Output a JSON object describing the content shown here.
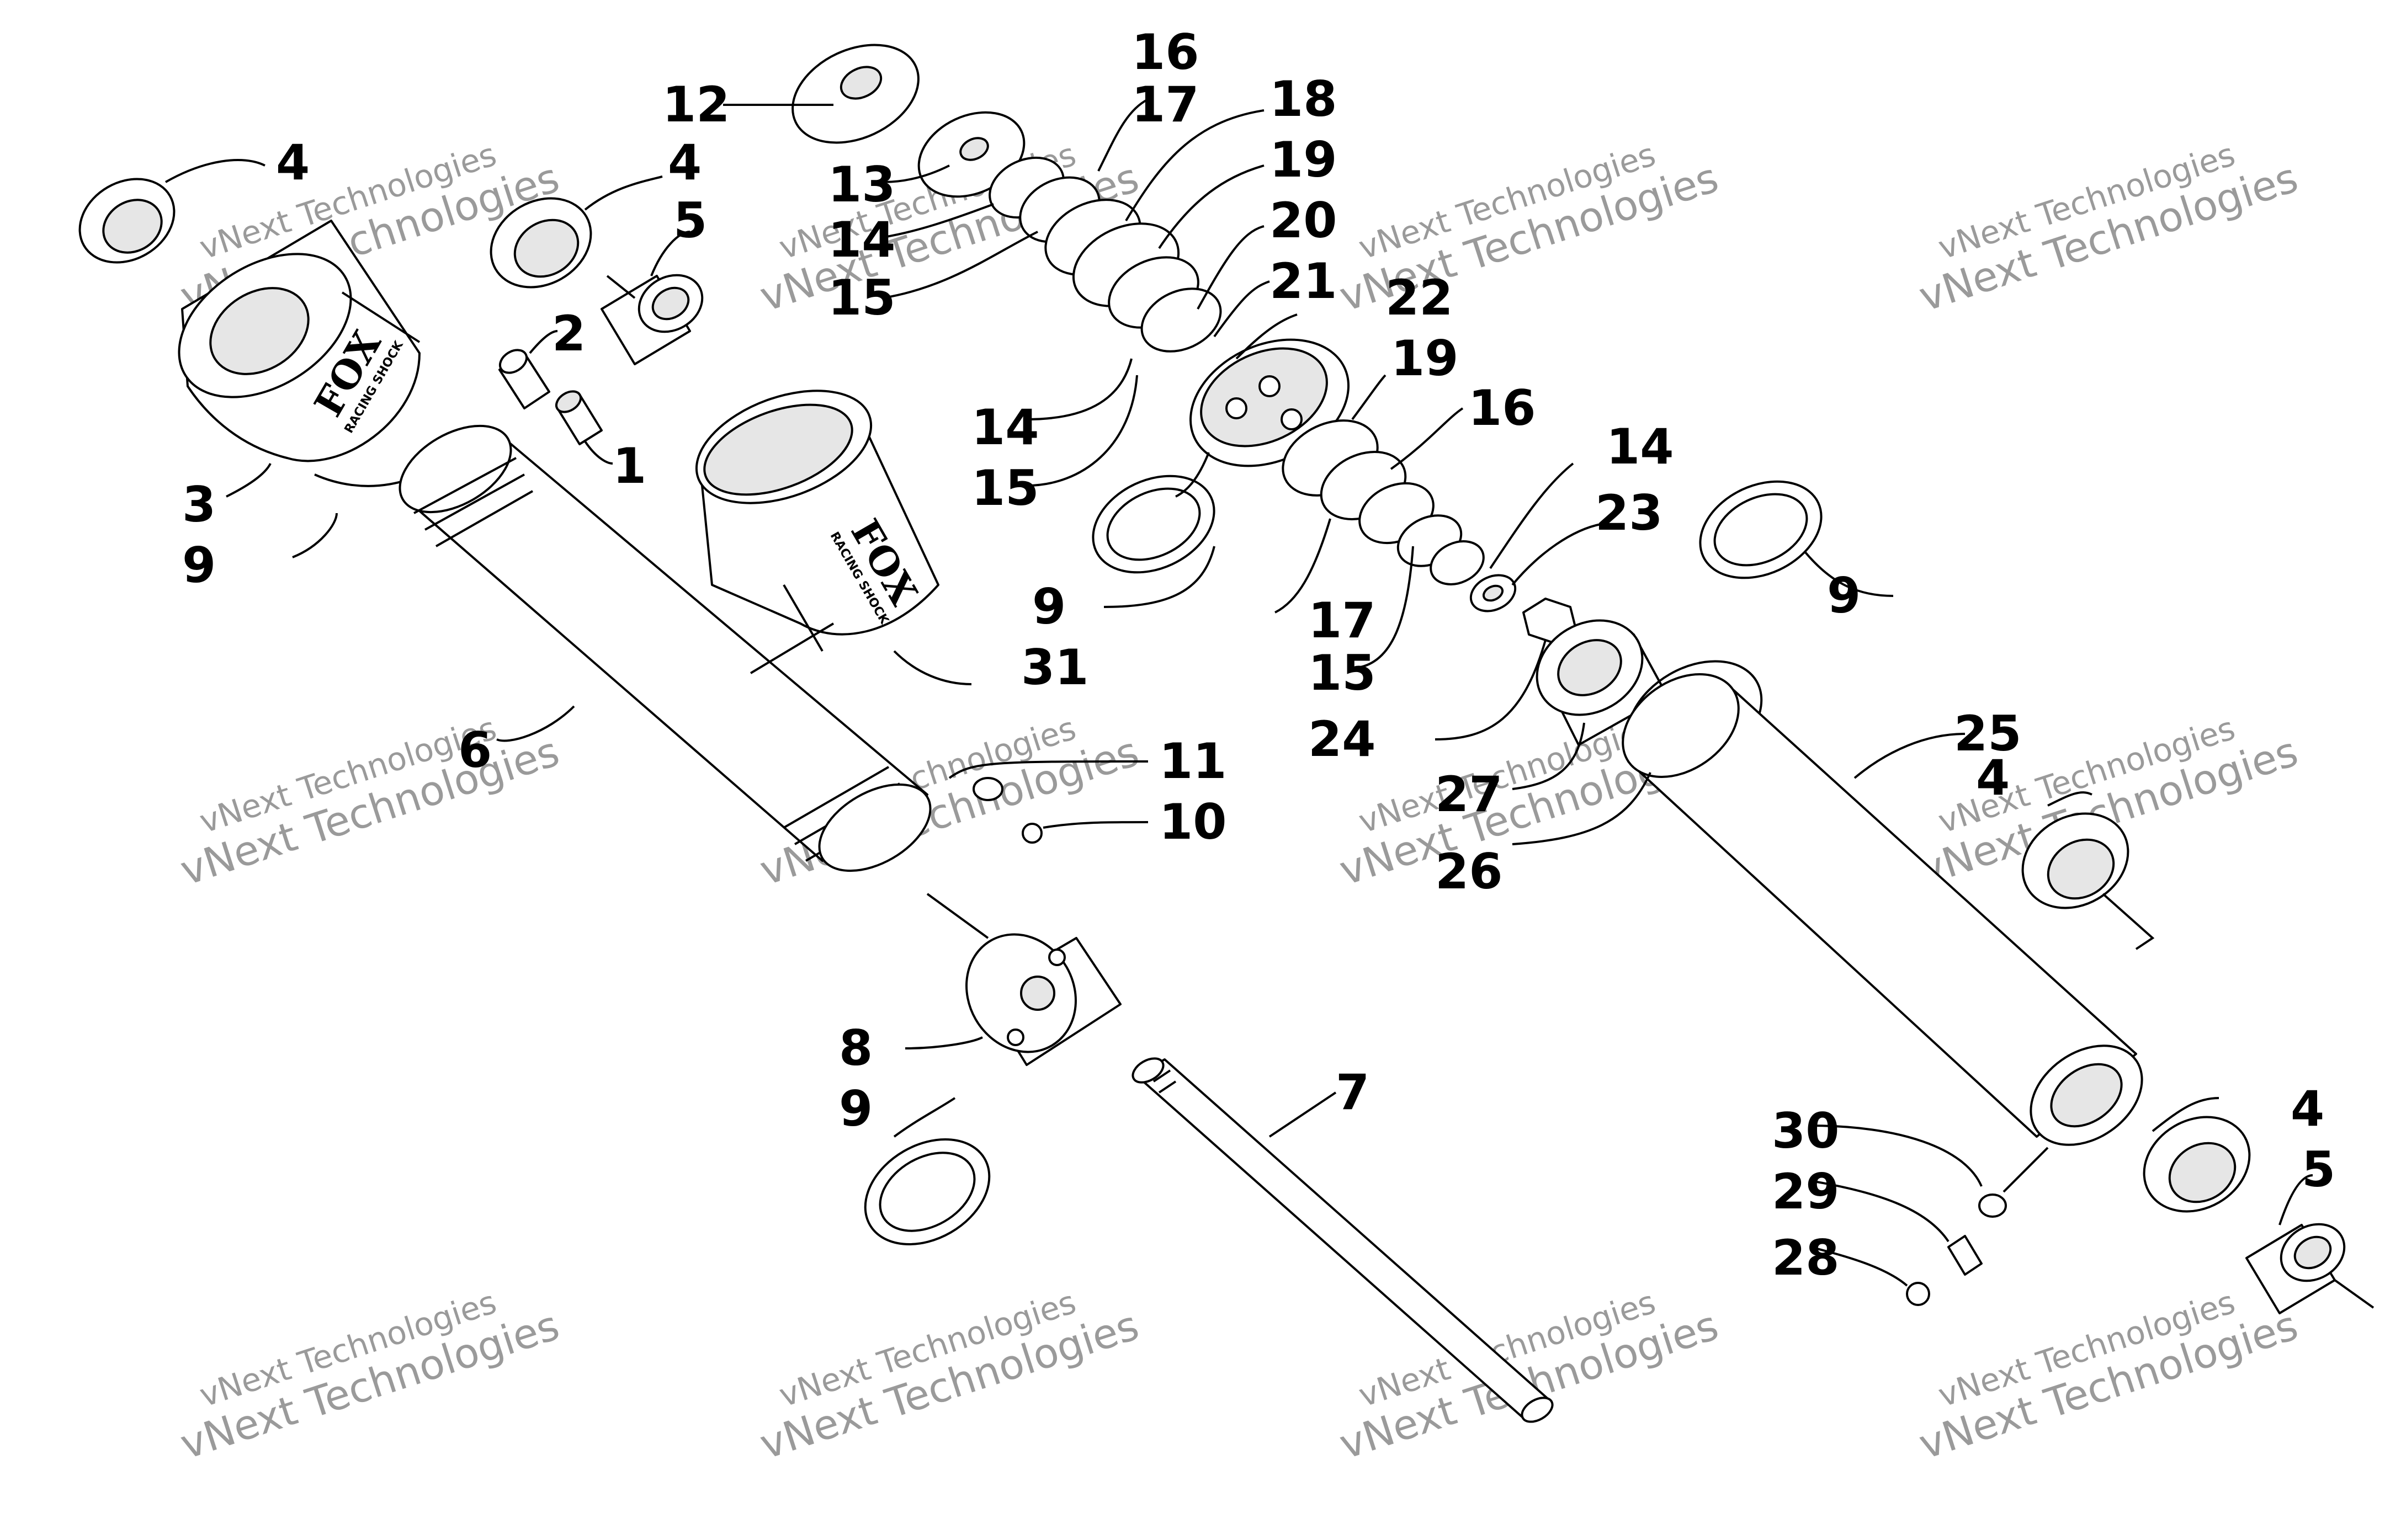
{
  "brand": {
    "logo_text": "FOX",
    "logo_subtext": "RACING SHOCK"
  },
  "watermark": {
    "small": "vNext Technologies",
    "large": "vNext Technologies"
  },
  "callouts": [
    {
      "id": "c1",
      "label": "1"
    },
    {
      "id": "c2",
      "label": "2"
    },
    {
      "id": "c3",
      "label": "3"
    },
    {
      "id": "c4a",
      "label": "4"
    },
    {
      "id": "c4b",
      "label": "4"
    },
    {
      "id": "c4c",
      "label": "4"
    },
    {
      "id": "c4d",
      "label": "4"
    },
    {
      "id": "c5a",
      "label": "5"
    },
    {
      "id": "c5b",
      "label": "5"
    },
    {
      "id": "c6",
      "label": "6"
    },
    {
      "id": "c7",
      "label": "7"
    },
    {
      "id": "c8",
      "label": "8"
    },
    {
      "id": "c9a",
      "label": "9"
    },
    {
      "id": "c9b",
      "label": "9"
    },
    {
      "id": "c9c",
      "label": "9"
    },
    {
      "id": "c9d",
      "label": "9"
    },
    {
      "id": "c10",
      "label": "10"
    },
    {
      "id": "c11",
      "label": "11"
    },
    {
      "id": "c12",
      "label": "12"
    },
    {
      "id": "c13",
      "label": "13"
    },
    {
      "id": "c14a",
      "label": "14"
    },
    {
      "id": "c14b",
      "label": "14"
    },
    {
      "id": "c14c",
      "label": "14"
    },
    {
      "id": "c15a",
      "label": "15"
    },
    {
      "id": "c15b",
      "label": "15"
    },
    {
      "id": "c15c",
      "label": "15"
    },
    {
      "id": "c16a",
      "label": "16"
    },
    {
      "id": "c16b",
      "label": "16"
    },
    {
      "id": "c17a",
      "label": "17"
    },
    {
      "id": "c17b",
      "label": "17"
    },
    {
      "id": "c18",
      "label": "18"
    },
    {
      "id": "c19a",
      "label": "19"
    },
    {
      "id": "c19b",
      "label": "19"
    },
    {
      "id": "c20",
      "label": "20"
    },
    {
      "id": "c21",
      "label": "21"
    },
    {
      "id": "c22",
      "label": "22"
    },
    {
      "id": "c23",
      "label": "23"
    },
    {
      "id": "c24",
      "label": "24"
    },
    {
      "id": "c25",
      "label": "25"
    },
    {
      "id": "c26",
      "label": "26"
    },
    {
      "id": "c27",
      "label": "27"
    },
    {
      "id": "c28",
      "label": "28"
    },
    {
      "id": "c29",
      "label": "29"
    },
    {
      "id": "c30",
      "label": "30"
    },
    {
      "id": "c31",
      "label": "31"
    }
  ]
}
